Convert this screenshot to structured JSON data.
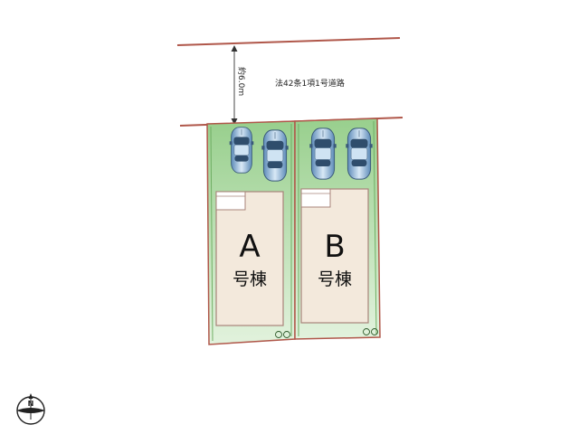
{
  "road": {
    "label": "法42条1項1号道路",
    "width_label": "約6.0m"
  },
  "lots": [
    {
      "letter": "A",
      "suffix": "号棟"
    },
    {
      "letter": "B",
      "suffix": "号棟"
    }
  ],
  "compass": {
    "label": "N"
  },
  "colors": {
    "boundary": "#b0574a",
    "lot_fill": "#a9d9a0",
    "lot_fill_light": "#e6f4e1",
    "lot_edge": "#6fae63",
    "building": "#f3e9dc",
    "building_edge": "#a8847a",
    "car_blue": "#6f9dc9",
    "car_light": "#cfe3f3"
  },
  "icons": [
    "car-icon",
    "compass-icon",
    "meter-icon"
  ]
}
